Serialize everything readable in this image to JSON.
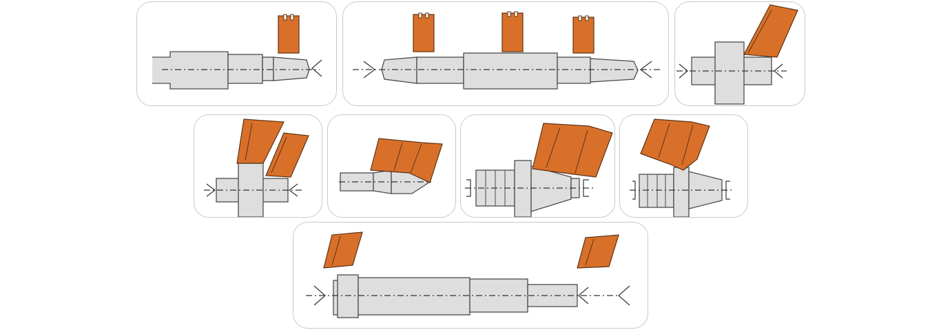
{
  "diagram": {
    "panels": [
      {
        "id": "p1",
        "operation": "turning-stepped-shaft-with-taper"
      },
      {
        "id": "p2",
        "operation": "turning-multiple-steps-three-tools"
      },
      {
        "id": "p3",
        "operation": "facing-collar"
      },
      {
        "id": "p4",
        "operation": "turning-shoulder-two-tools"
      },
      {
        "id": "p5",
        "operation": "profile-turning-cone"
      },
      {
        "id": "p6",
        "operation": "profile-turning-flanged-taper"
      },
      {
        "id": "p7",
        "operation": "form-turning-groove"
      },
      {
        "id": "p8",
        "operation": "turning-ends-long-shaft-two-tools"
      }
    ],
    "colors": {
      "tool": "#d9702a",
      "workpiece": "#dedede",
      "outline": "#4a4a4a",
      "panel_border": "#c8c8c8"
    }
  }
}
